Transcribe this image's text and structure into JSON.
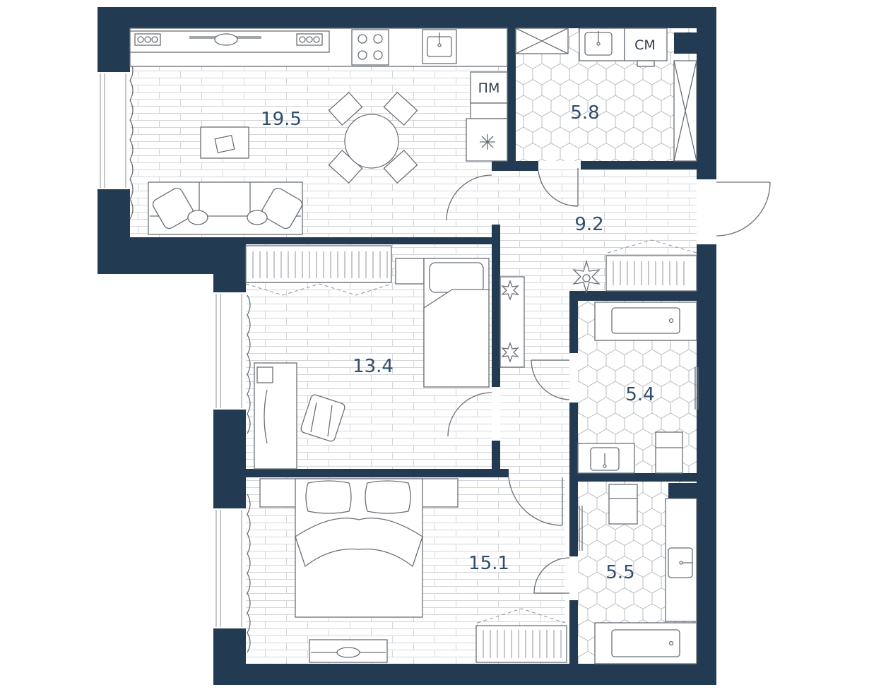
{
  "plan": {
    "colors": {
      "wall": "#233a53",
      "text": "#2f4d6c",
      "lines": "#6a6f76",
      "background": "#ffffff"
    },
    "rooms": [
      {
        "id": "living-kitchen",
        "area": "19.5",
        "floor": "brick"
      },
      {
        "id": "bathroom-top",
        "area": "5.8",
        "floor": "hex-tile"
      },
      {
        "id": "hallway",
        "area": "9.2",
        "floor": "brick"
      },
      {
        "id": "bedroom-small",
        "area": "13.4",
        "floor": "brick"
      },
      {
        "id": "bathroom-middle",
        "area": "5.4",
        "floor": "hex-tile"
      },
      {
        "id": "bedroom-master",
        "area": "15.1",
        "floor": "brick"
      },
      {
        "id": "bathroom-bottom",
        "area": "5.5",
        "floor": "hex-tile"
      }
    ],
    "appliance_labels": {
      "dishwasher": "ПМ",
      "washing_machine": "СМ"
    },
    "icons": [
      "sink-icon",
      "stove-icon",
      "fridge-icon",
      "bathtub-icon",
      "toilet-icon",
      "plant-icon",
      "tv-icon",
      "door-icon"
    ]
  }
}
